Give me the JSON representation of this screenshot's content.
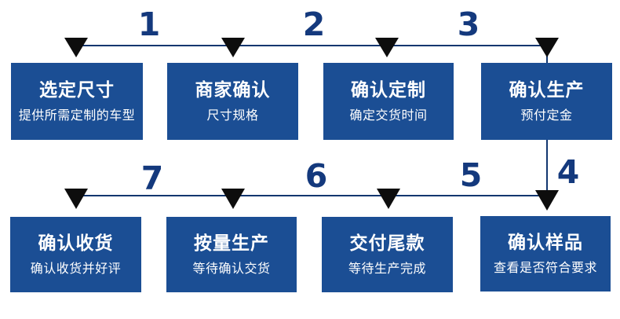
{
  "diagram": {
    "type": "process-flow",
    "step_numbers": [
      "1",
      "2",
      "3",
      "4",
      "5",
      "6",
      "7"
    ],
    "boxes": [
      {
        "title": "选定尺寸",
        "subtitle": "提供所需定制的车型"
      },
      {
        "title": "商家确认",
        "subtitle": "尺寸规格"
      },
      {
        "title": "确认定制",
        "subtitle": "确定交货时间"
      },
      {
        "title": "确认生产",
        "subtitle": "预付定金"
      },
      {
        "title": "确认收货",
        "subtitle": "确认收货并好评"
      },
      {
        "title": "按量生产",
        "subtitle": "等待确认交货"
      },
      {
        "title": "交付尾款",
        "subtitle": "等待生产完成"
      },
      {
        "title": "确认样品",
        "subtitle": "查看是否符合要求"
      }
    ],
    "colors": {
      "box_background": "#1b4e94",
      "box_text": "#ffffff",
      "connector_line": "#12366f",
      "step_number": "#14397d",
      "arrowhead": "#0d0d0d",
      "page_background": "#ffffff"
    }
  }
}
